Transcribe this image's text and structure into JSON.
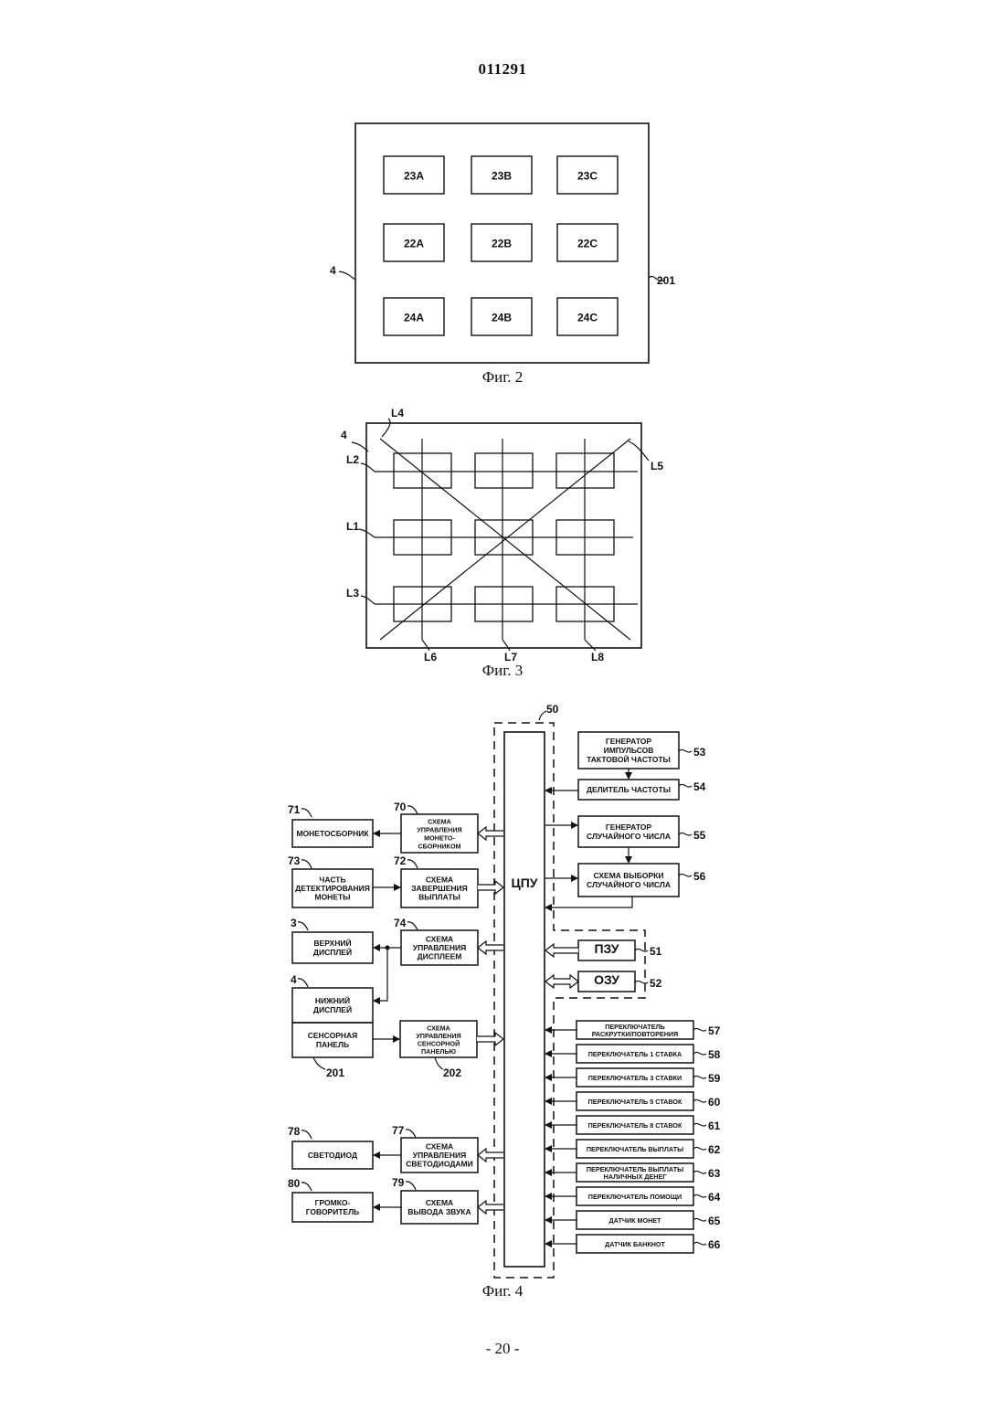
{
  "header": {
    "doc_number": "011291"
  },
  "footer": {
    "page_label": "- 20 -"
  },
  "fig2": {
    "caption": "Фиг. 2",
    "cells": [
      "23A",
      "23B",
      "23C",
      "22A",
      "22B",
      "22C",
      "24A",
      "24B",
      "24C"
    ],
    "ref_display": "4",
    "ref_panel": "201"
  },
  "fig3": {
    "caption": "Фиг. 3",
    "ref_display": "4",
    "lines": {
      "l1": "L1",
      "l2": "L2",
      "l3": "L3",
      "l4": "L4",
      "l5": "L5",
      "l6": "L6",
      "l7": "L7",
      "l8": "L8"
    }
  },
  "fig4": {
    "caption": "Фиг. 4",
    "cpu_ref": "50",
    "cpu_label": "ЦПУ",
    "clock_gen": {
      "ref": "53",
      "lines": [
        "ГЕНЕРАТОР",
        "ИМПУЛЬСОВ",
        "ТАКТОВОЙ ЧАСТОТЫ"
      ]
    },
    "divider": {
      "ref": "54",
      "lines": [
        "ДЕЛИТЕЛЬ ЧАСТОТЫ"
      ]
    },
    "rng": {
      "ref": "55",
      "lines": [
        "ГЕНЕРАТОР",
        "СЛУЧАЙНОГО ЧИСЛА"
      ]
    },
    "rng_sample": {
      "ref": "56",
      "lines": [
        "СХЕМА ВЫБОРКИ",
        "СЛУЧАЙНОГО ЧИСЛА"
      ]
    },
    "rom": {
      "ref": "51",
      "label": "ПЗУ"
    },
    "ram": {
      "ref": "52",
      "label": "ОЗУ"
    },
    "switches": [
      {
        "ref": "57",
        "lines": [
          "ПЕРЕКЛЮЧАТЕЛЬ",
          "РАСКРУТКИ/ПОВТОРЕНИЯ"
        ]
      },
      {
        "ref": "58",
        "lines": [
          "ПЕРЕКЛЮЧАТЕЛЬ 1 СТАВКА"
        ]
      },
      {
        "ref": "59",
        "lines": [
          "ПЕРЕКЛЮЧАТЕЛЬ 3 СТАВКИ"
        ]
      },
      {
        "ref": "60",
        "lines": [
          "ПЕРЕКЛЮЧАТЕЛЬ 5 СТАВОК"
        ]
      },
      {
        "ref": "61",
        "lines": [
          "ПЕРЕКЛЮЧАТЕЛЬ 8 СТАВОК"
        ]
      },
      {
        "ref": "62",
        "lines": [
          "ПЕРЕКЛЮЧАТЕЛЬ ВЫПЛАТЫ"
        ]
      },
      {
        "ref": "63",
        "lines": [
          "ПЕРЕКЛЮЧАТЕЛЬ ВЫПЛАТЫ",
          "НАЛИЧНЫХ ДЕНЕГ"
        ]
      },
      {
        "ref": "64",
        "lines": [
          "ПЕРЕКЛЮЧАТЕЛЬ ПОМОЩИ"
        ]
      },
      {
        "ref": "65",
        "lines": [
          "ДАТЧИК МОНЕТ"
        ]
      },
      {
        "ref": "66",
        "lines": [
          "ДАТЧИК БАНКНОТ"
        ]
      }
    ],
    "hopper_ctrl": {
      "ref": "70",
      "lines": [
        "СХЕМА",
        "УПРАВЛЕНИЯ",
        "МОНЕТО-",
        "СБОРНИКОМ"
      ]
    },
    "hopper": {
      "ref": "71",
      "lines": [
        "МОНЕТОСБОРНИК"
      ]
    },
    "payout_end": {
      "ref": "72",
      "lines": [
        "СХЕМА",
        "ЗАВЕРШЕНИЯ",
        "ВЫПЛАТЫ"
      ]
    },
    "coin_detect": {
      "ref": "73",
      "lines": [
        "ЧАСТЬ",
        "ДЕТЕКТИРОВАНИЯ",
        "МОНЕТЫ"
      ]
    },
    "display_ctrl": {
      "ref": "74",
      "lines": [
        "СХЕМА",
        "УПРАВЛЕНИЯ",
        "ДИСПЛЕЕМ"
      ]
    },
    "upper_display": {
      "ref": "3",
      "lines": [
        "ВЕРХНИЙ",
        "ДИСПЛЕЙ"
      ]
    },
    "lower_display": {
      "ref": "4",
      "lines": [
        "НИЖНИЙ",
        "ДИСПЛЕЙ"
      ]
    },
    "touch_panel": {
      "ref": "201",
      "lines": [
        "СЕНСОРНАЯ",
        "ПАНЕЛЬ"
      ]
    },
    "touch_ctrl": {
      "ref": "202",
      "lines": [
        "СХЕМА",
        "УПРАВЛЕНИЯ",
        "СЕНСОРНОЙ",
        "ПАНЕЛЬЮ"
      ]
    },
    "led_ctrl": {
      "ref": "77",
      "lines": [
        "СХЕМА",
        "УПРАВЛЕНИЯ",
        "СВЕТОДИОДАМИ"
      ]
    },
    "led": {
      "ref": "78",
      "lines": [
        "СВЕТОДИОД"
      ]
    },
    "sound_out": {
      "ref": "79",
      "lines": [
        "СХЕМА",
        "ВЫВОДА ЗВУКА"
      ]
    },
    "speaker": {
      "ref": "80",
      "lines": [
        "ГРОМКО-",
        "ГОВОРИТЕЛЬ"
      ]
    }
  }
}
